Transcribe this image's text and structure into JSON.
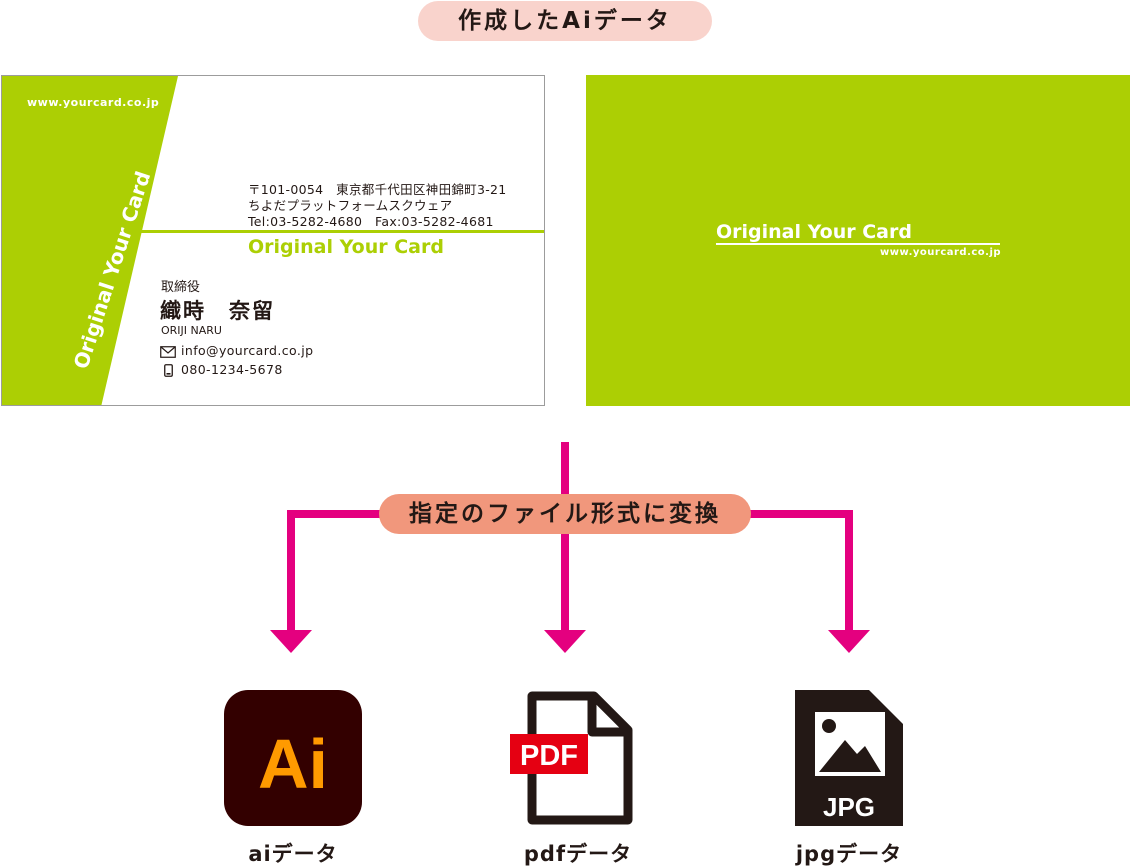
{
  "header_label": "作成したAiデータ",
  "convert_label": "指定のファイル形式に変換",
  "card_front": {
    "url": "www.yourcard.co.jp",
    "vertical_brand": "Original Your Card",
    "address_line1": "〒101-0054　東京都千代田区神田錦町3-21",
    "address_line2": "ちよだプラットフォームスクウェア",
    "address_line3": "Tel:03-5282-4680　Fax:03-5282-4681",
    "brand": "Original Your Card",
    "role": "取締役",
    "name": "織時　奈留",
    "romaji": "ORIJI NARU",
    "email": "info@yourcard.co.jp",
    "phone": "080-1234-5678"
  },
  "card_back": {
    "brand": "Original Your Card",
    "url": "www.yourcard.co.jp"
  },
  "outputs": [
    {
      "icon": "adobe-illustrator-icon",
      "icon_text": "Ai",
      "label": "aiデータ"
    },
    {
      "icon": "pdf-file-icon",
      "icon_text": "PDF",
      "label": "pdfデータ"
    },
    {
      "icon": "jpg-file-icon",
      "icon_text": "JPG",
      "label": "jpgデータ"
    }
  ],
  "colors": {
    "card_green": "#accf04",
    "arrow_magenta": "#e4007f",
    "pill_light": "#f9d3cc",
    "pill_salmon": "#f1977c",
    "ai_bg": "#330000",
    "ai_text": "#ff9a00",
    "pdf_red": "#e50012",
    "icon_dark": "#231815"
  }
}
